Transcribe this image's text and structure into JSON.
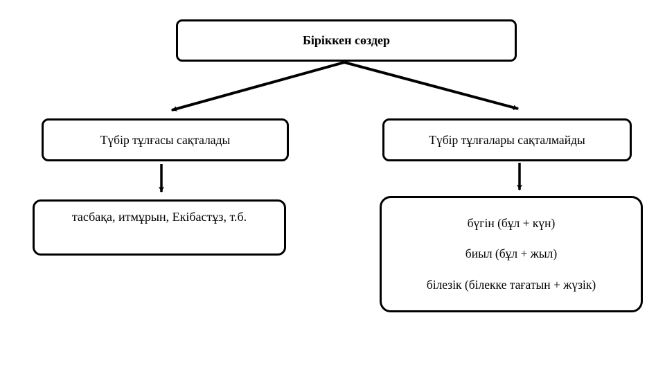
{
  "diagram": {
    "title_box": {
      "label": "Біріккен сөздер"
    },
    "left_branch": {
      "label": "Түбір тұлғасы сақталады",
      "examples_text": "тасбақа, итмұрын, Екібастұз, т.б."
    },
    "right_branch": {
      "label": "Түбір тұлғалары сақталмайды",
      "examples": [
        "бүгін (бұл + күн)",
        "биыл (бұл + жыл)",
        "білезік (білекке тағатын + жүзік)"
      ]
    },
    "colors": {
      "border": "#000000",
      "text": "#000000",
      "background": "#ffffff"
    }
  }
}
